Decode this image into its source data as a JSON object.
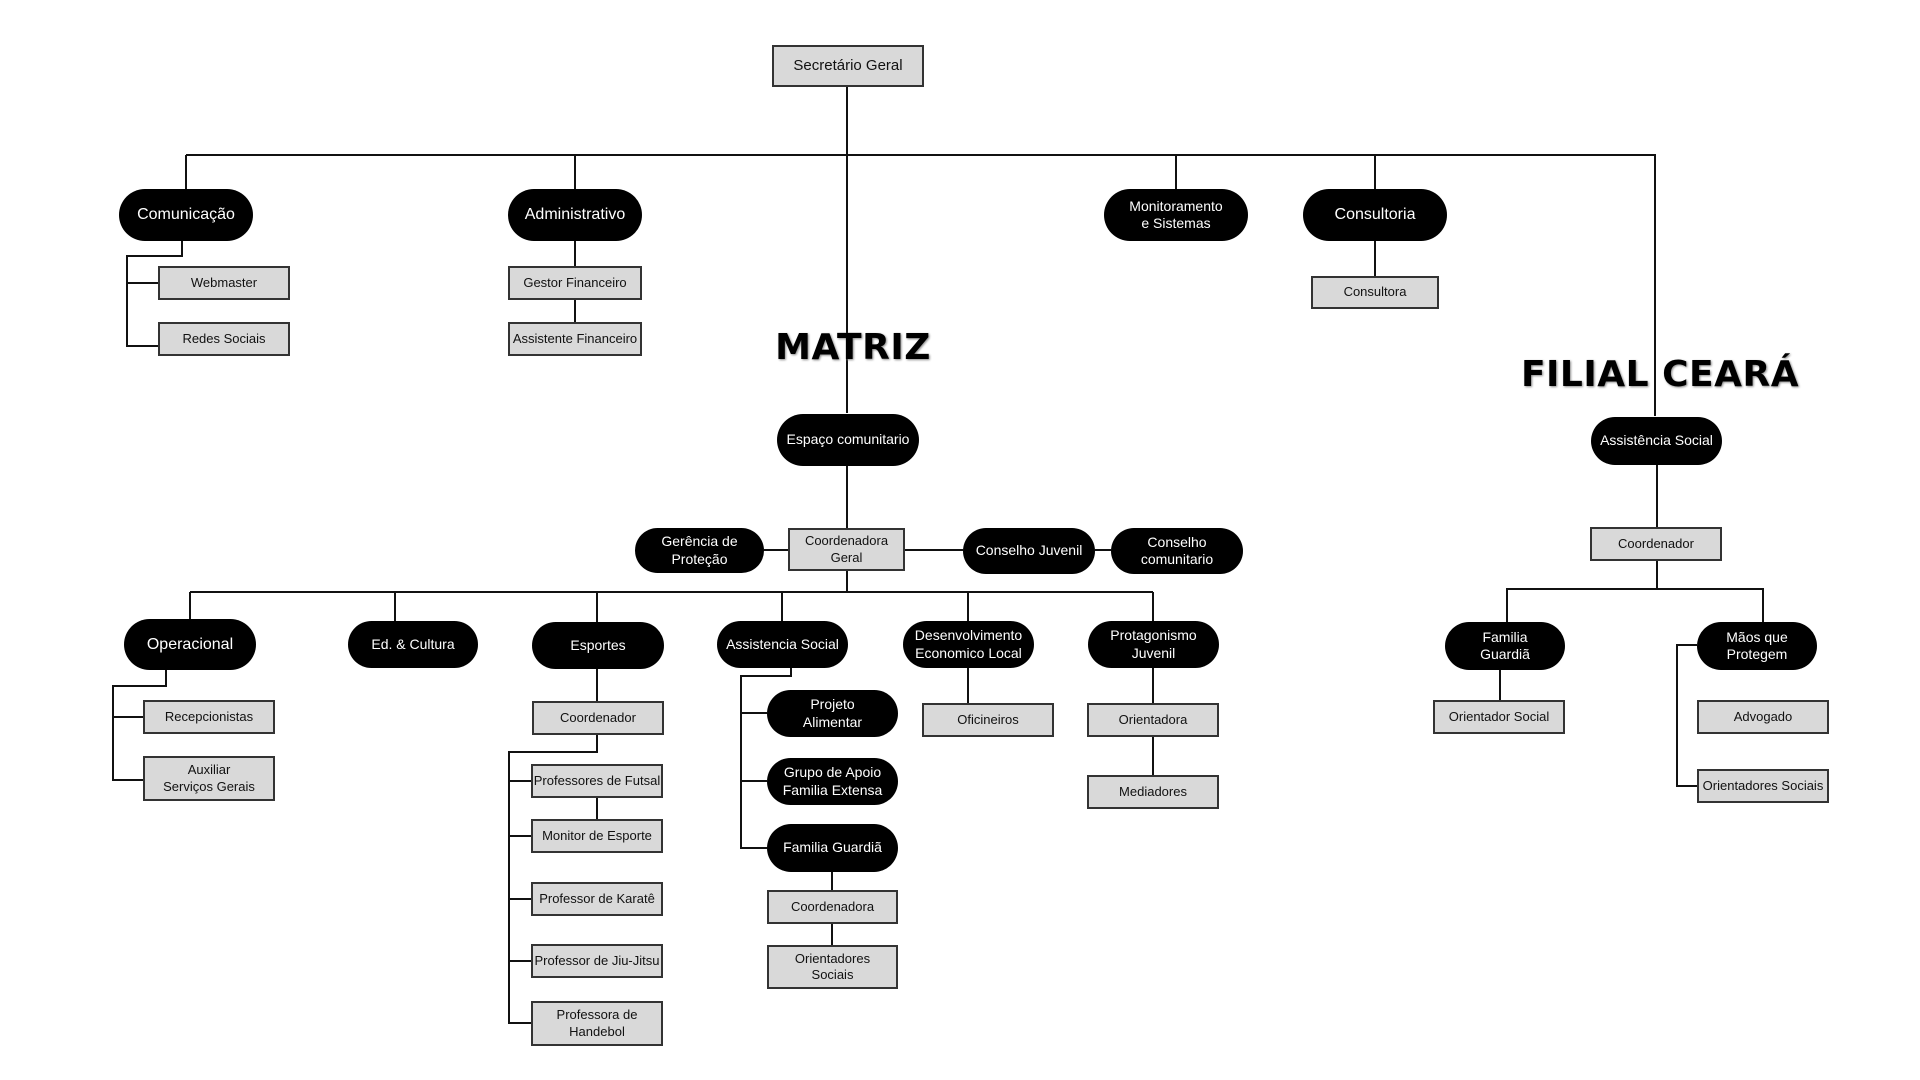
{
  "headings": {
    "matriz": "MATRIZ",
    "filial": "FILIAL CEARÁ"
  },
  "nodes": {
    "secretario_geral": "Secretário Geral",
    "comunicacao": "Comunicação",
    "webmaster": "Webmaster",
    "redes_sociais": "Redes Sociais",
    "administrativo": "Administrativo",
    "gestor_financeiro": "Gestor Financeiro",
    "assistente_financeiro": "Assistente Financeiro",
    "monitoramento": "Monitoramento\ne Sistemas",
    "consultoria": "Consultoria",
    "consultora": "Consultora",
    "espaco_comunitario": "Espaço comunitario",
    "coordenadora_geral": "Coordenadora\nGeral",
    "gerencia_protecao": "Gerência de\nProteção",
    "conselho_juvenil": "Conselho Juvenil",
    "conselho_comunitario": "Conselho\ncomunitario",
    "operacional": "Operacional",
    "recepcionistas": "Recepcionistas",
    "auxiliar_servicos": "Auxiliar\nServiços Gerais",
    "ed_cultura": "Ed. & Cultura",
    "esportes": "Esportes",
    "coordenador_esportes": "Coordenador",
    "prof_futsal": "Professores de Futsal",
    "monitor_esporte": "Monitor de Esporte",
    "prof_karate": "Professor de Karatê",
    "prof_jiujitsu": "Professor de Jiu-Jitsu",
    "prof_handebol": "Professora de\nHandebol",
    "assistencia_social_matriz": "Assistencia Social",
    "projeto_alimentar": "Projeto\nAlimentar",
    "grupo_apoio": "Grupo de Apoio\nFamilia Extensa",
    "familia_guardia_matriz": "Familia Guardiã",
    "coordenadora_fg": "Coordenadora",
    "orientadores_sociais_matriz": "Orientadores\nSociais",
    "desenvolvimento": "Desenvolvimento\nEconomico Local",
    "oficineiros": "Oficineiros",
    "protagonismo": "Protagonismo\nJuvenil",
    "orientadora": "Orientadora",
    "mediadores": "Mediadores",
    "assistencia_social_filial": "Assistência Social",
    "coordenador_filial": "Coordenador",
    "familia_guardia_filial": "Familia\nGuardiã",
    "orientador_social": "Orientador Social",
    "maos_protegem": "Mãos que\nProtegem",
    "advogado": "Advogado",
    "orientadores_sociais_filial": "Orientadores Sociais"
  }
}
